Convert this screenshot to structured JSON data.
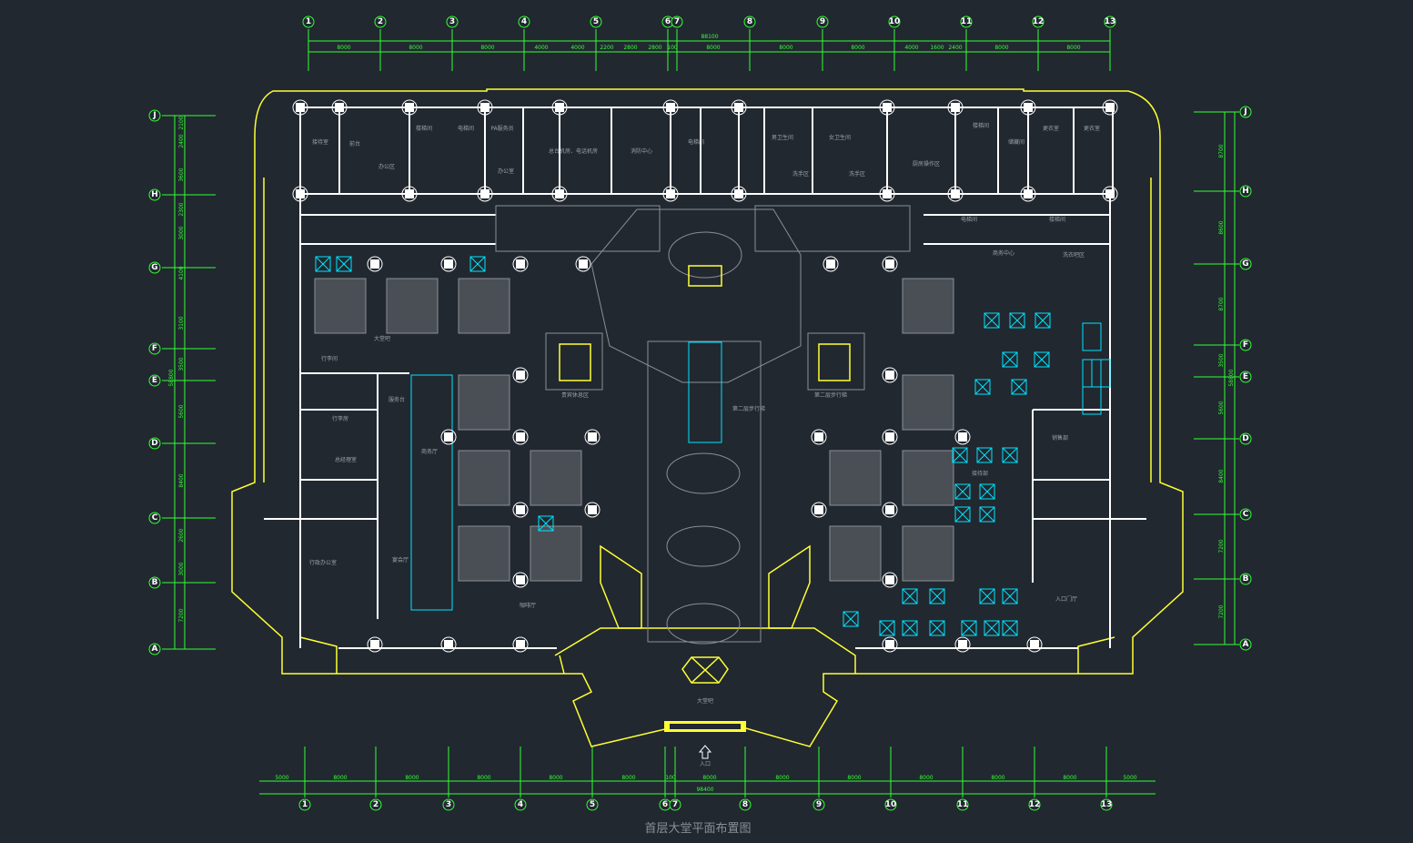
{
  "drawing": {
    "title": "首层大堂平面布置图",
    "entrance_label": "入口",
    "colors": {
      "background": "#212830",
      "dimension": "#33ff33",
      "wall": "#ffffff",
      "stair": "#ffff33",
      "furniture": "#00e5ff",
      "hatch": "#8a8f96"
    }
  },
  "axes": {
    "columns_top": [
      "1",
      "2",
      "3",
      "4",
      "5",
      "6",
      "7",
      "8",
      "9",
      "10",
      "11",
      "12",
      "13"
    ],
    "columns_bottom": [
      "1",
      "2",
      "3",
      "4",
      "5",
      "6",
      "7",
      "8",
      "9",
      "10",
      "11",
      "12",
      "13"
    ],
    "rows_left": [
      "J",
      "H",
      "G",
      "F",
      "E",
      "D",
      "C",
      "B",
      "A"
    ],
    "rows_right": [
      "J",
      "H",
      "G",
      "F",
      "E",
      "D",
      "C",
      "B",
      "A"
    ]
  },
  "dimensions": {
    "top_total": "88100",
    "top": [
      "8000",
      "8000",
      "8000",
      "4000",
      "4000",
      "2200",
      "2800",
      "2800",
      "100",
      "8000",
      "8000",
      "8000",
      "4000",
      "1600",
      "2400",
      "8000",
      "8000"
    ],
    "bottom_total": "98400",
    "bottom": [
      "5000",
      "8000",
      "8000",
      "8000",
      "8000",
      "8000",
      "100",
      "8000",
      "8000",
      "8000",
      "8000",
      "8000",
      "8000",
      "5000"
    ],
    "left_total": "58800",
    "left": [
      "2100",
      "2400",
      "3600",
      "2300",
      "3000",
      "4100",
      "3100",
      "3500",
      "5600",
      "8400",
      "2600",
      "3000",
      "7200"
    ],
    "right_total": "58800",
    "right": [
      "8700",
      "8600",
      "8700",
      "3500",
      "5600",
      "8400",
      "7200",
      "7200"
    ]
  },
  "rooms": [
    "接待室",
    "前台",
    "办公区",
    "楼梯间",
    "电梯间",
    "PA服务员",
    "办公室",
    "总台机房、电话机房",
    "消防中心",
    "电梯间",
    "男卫生间",
    "女卫生间",
    "洗手区",
    "洗手区",
    "厨房操作区",
    "楼梯间",
    "储藏间",
    "更衣室",
    "更衣室",
    "楼梯间",
    "电梯间",
    "商务中心",
    "洗衣吧区",
    "行李间",
    "贵宾休息区",
    "第二层步行梯",
    "第二层步行梯",
    "大堂吧",
    "行李房",
    "服务台",
    "总经理室",
    "商务厅",
    "行政办公室",
    "宴会厅",
    "咖啡厅",
    "销售部",
    "接待部",
    "入口门厅",
    "大堂吧"
  ]
}
